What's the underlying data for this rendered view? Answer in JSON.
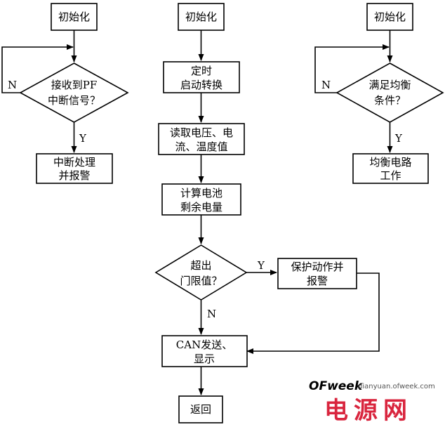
{
  "flow1": {
    "init": "初始化",
    "decision_l1": "接收到PF",
    "decision_l2": "中断信号？",
    "no": "N",
    "yes": "Y",
    "action_l1": "中断处理",
    "action_l2": "并报警"
  },
  "flow2": {
    "init": "初始化",
    "step1_l1": "定时",
    "step1_l2": "启动转换",
    "step2_l1": "读取电压、电",
    "step2_l2": "流、温度值",
    "step3_l1": "计算电池",
    "step3_l2": "剩余电量",
    "decision_l1": "超出",
    "decision_l2": "门限值？",
    "yes": "Y",
    "no": "N",
    "protect_l1": "保护动作并",
    "protect_l2": "报警",
    "send_l1": "CAN发送、",
    "send_l2": "显示",
    "ret": "返回"
  },
  "flow3": {
    "init": "初始化",
    "decision_l1": "满足均衡",
    "decision_l2": "条件？",
    "no": "N",
    "yes": "Y",
    "action_l1": "均衡电路",
    "action_l2": "工作"
  },
  "watermark": {
    "logo": "OFweek",
    "url": "dianyuan.ofweek.com",
    "big": "电源网",
    "logo_color": "#e8443a"
  }
}
